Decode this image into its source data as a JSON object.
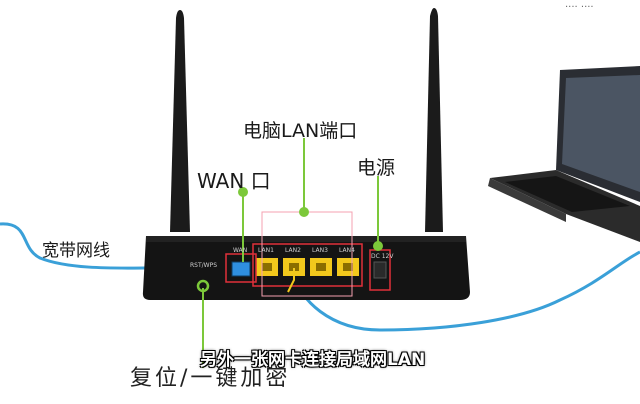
{
  "labels": {
    "lan_ports": "电脑LAN端口",
    "wan_port": "WAN 口",
    "power": "电源",
    "broadband": "宽带网线",
    "reset": "复位/一键加密",
    "caption": "另外一张网卡连接局域网LAN",
    "watermark": "···· ····"
  },
  "router": {
    "port_labels": [
      "WAN",
      "LAN1",
      "LAN2",
      "LAN3",
      "LAN4"
    ],
    "rst_label": "RST/WPS",
    "dc_label": "DC 12V"
  },
  "colors": {
    "router_body": "#141414",
    "lan_port": "#f2c81c",
    "wan_port": "#2f8fe0",
    "callout": "#7cc83a",
    "cable": "#3aa0d8",
    "highlight_red": "#e0303a",
    "highlight_pink": "#f4a0b0"
  }
}
